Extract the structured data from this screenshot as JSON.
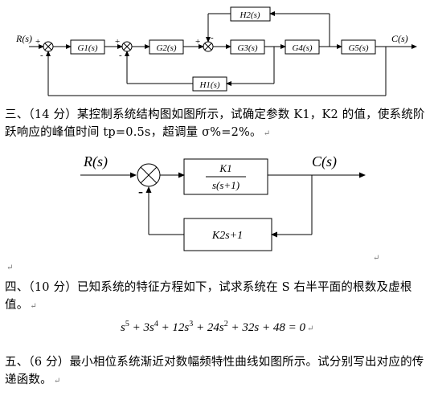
{
  "diagram1": {
    "input": "R(s)",
    "output": "C(s)",
    "blocks": [
      "G1(s)",
      "G2(s)",
      "G3(s)",
      "G4(s)",
      "G5(s)",
      "H1(s)",
      "H2(s)"
    ],
    "signs": {
      "plus": "+",
      "minus": "-"
    }
  },
  "q3": {
    "text": "三、（14 分）某控制系统结构图如图所示，试确定参数 K1，K2 的值，使系统阶跃响应的峰值时间 tp=0.5s，超调量 σ%=2%。"
  },
  "diagram2": {
    "input": "R(s)",
    "output": "C(s)",
    "forward_num": "K1",
    "forward_den": "s(s+1)",
    "feedback": "K2s+1",
    "minus": "-"
  },
  "q4": {
    "text": "四、（10 分）已知系统的特征方程如下，试求系统在 S 右半平面的根数及虚根值。",
    "equation": "s5+3s4+12s3+24s2+32s+48=0"
  },
  "q5": {
    "text": "五、（6 分）最小相位系统渐近对数幅频特性曲线如图所示。试分别写出对应的传递函数。"
  }
}
